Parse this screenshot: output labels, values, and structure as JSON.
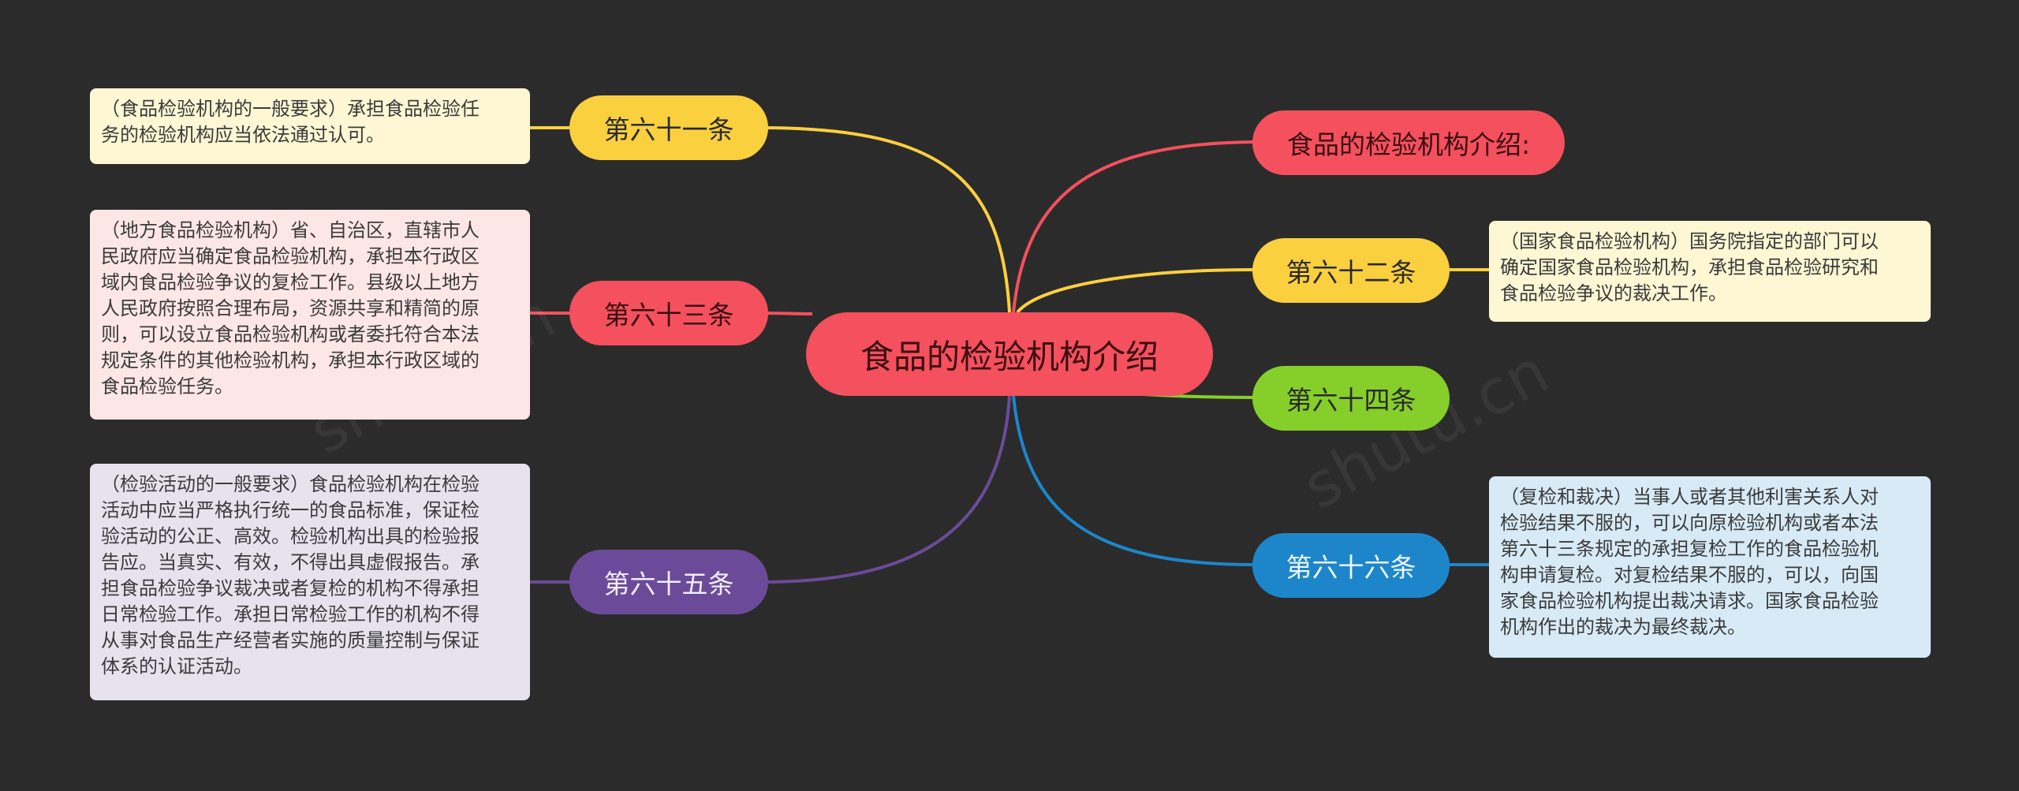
{
  "colors": {
    "background": "#2b2b2b",
    "red": "#f4505d",
    "yellow": "#fbd03f",
    "purple": "#6b4b99",
    "green": "#86cf2a",
    "blue": "#1d86cb"
  },
  "center": {
    "label": "食品的检验机构介绍"
  },
  "branches": {
    "intro": {
      "label": "食品的检验机构介绍:"
    },
    "art61": {
      "label": "第六十一条"
    },
    "art62": {
      "label": "第六十二条"
    },
    "art63": {
      "label": "第六十三条"
    },
    "art64": {
      "label": "第六十四条"
    },
    "art65": {
      "label": "第六十五条"
    },
    "art66": {
      "label": "第六十六条"
    }
  },
  "notes": {
    "art61": "（食品检验机构的一般要求）承担食品检验任\n务的检验机构应当依法通过认可。",
    "art62": "（国家食品检验机构）国务院指定的部门可以\n确定国家食品检验机构，承担食品检验研究和\n食品检验争议的裁决工作。",
    "art63": "（地方食品检验机构）省、自治区，直辖市人\n民政府应当确定食品检验机构，承担本行政区\n域内食品检验争议的复检工作。县级以上地方\n人民政府按照合理布局，资源共享和精简的原\n则，可以设立食品检验机构或者委托符合本法\n规定条件的其他检验机构，承担本行政区域的\n食品检验任务。",
    "art65": "（检验活动的一般要求）食品检验机构在检验\n活动中应当严格执行统一的食品标准，保证检\n验活动的公正、高效。检验机构出具的检验报\n告应。当真实、有效，不得出具虚假报告。承\n担食品检验争议裁决或者复检的机构不得承担\n日常检验工作。承担日常检验工作的机构不得\n从事对食品生产经营者实施的质量控制与保证\n体系的认证活动。",
    "art66": "（复检和裁决）当事人或者其他利害关系人对\n检验结果不服的，可以向原检验机构或者本法\n第六十三条规定的承担复检工作的食品检验机\n构申请复检。对复检结果不服的，可以，向国\n家食品检验机构提出裁决请求。国家食品检验\n机构作出的裁决为最终裁决。"
  },
  "watermark": "shutu.cn"
}
